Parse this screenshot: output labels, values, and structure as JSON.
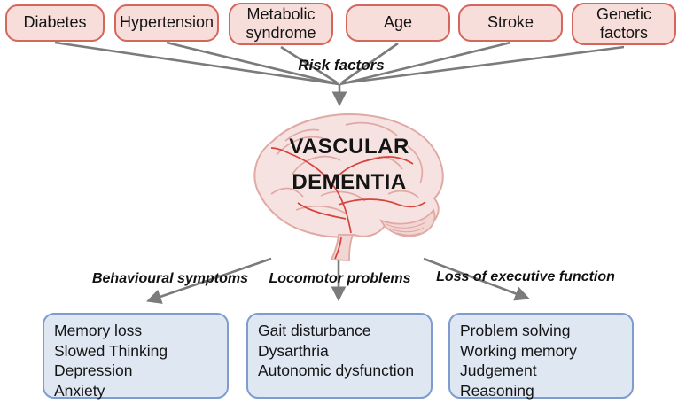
{
  "diagram": {
    "risk_group": {
      "label": "Risk factors",
      "items": [
        {
          "label": "Diabetes"
        },
        {
          "label": "Hypertension"
        },
        {
          "label": "Metabolic syndrome"
        },
        {
          "label": "Age"
        },
        {
          "label": "Stroke"
        },
        {
          "label": "Genetic factors"
        }
      ]
    },
    "center": {
      "title_line1": "VASCULAR",
      "title_line2": "DEMENTIA",
      "icon": "brain-illustration"
    },
    "outcomes": [
      {
        "label": "Behavioural symptoms",
        "items": [
          "Memory loss",
          "Slowed Thinking",
          "Depression",
          "Anxiety"
        ]
      },
      {
        "label": "Locomotor problems",
        "items": [
          "Gait disturbance",
          "Dysarthria",
          "Autonomic dysfunction"
        ]
      },
      {
        "label": "Loss of executive function",
        "items": [
          "Problem solving",
          "Working memory",
          "Judgement",
          "Reasoning"
        ]
      }
    ],
    "colors": {
      "risk_box_fill": "#f8dedb",
      "risk_box_border": "#d4665e",
      "outcome_box_fill": "#dfe7f3",
      "outcome_box_border": "#7e9cd0",
      "arrow": "#7b7b7b",
      "text": "#141414",
      "brain_fill": "#f6e3e1",
      "brain_outline": "#e0a9a4",
      "brain_vessel": "#d8423b"
    }
  }
}
